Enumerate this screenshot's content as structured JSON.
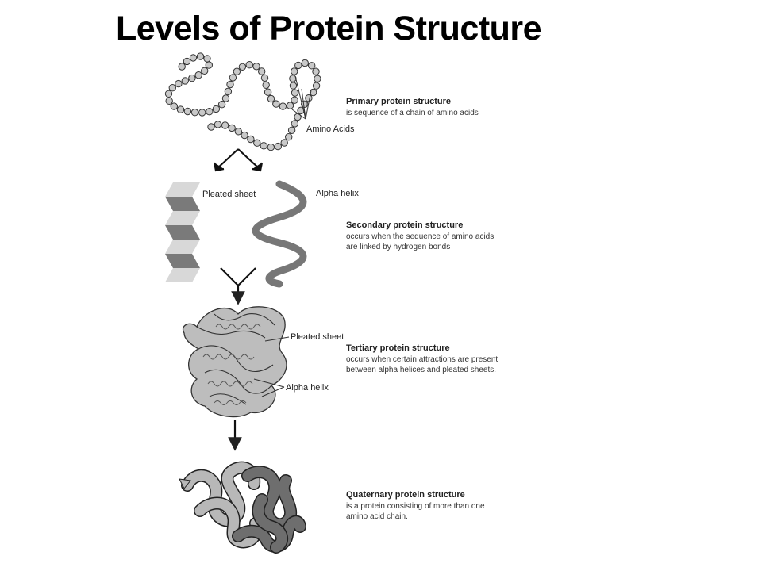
{
  "title": "Levels of Protein Structure",
  "primary": {
    "heading": "Primary protein structure",
    "description": [
      "is sequence of a chain of amino acids"
    ],
    "callout": "Amino Acids"
  },
  "secondary": {
    "heading": "Secondary protein structure",
    "description": [
      "occurs when the sequence of amino acids",
      "are linked by hydrogen bonds"
    ],
    "sheet_label": "Pleated sheet",
    "helix_label": "Alpha helix"
  },
  "tertiary": {
    "heading": "Tertiary protein structure",
    "description": [
      "occurs when certain attractions are present",
      "between alpha helices and pleated sheets."
    ],
    "sheet_label": "Pleated sheet",
    "helix_label": "Alpha helix"
  },
  "quaternary": {
    "heading": "Quaternary protein structure",
    "description": [
      "is a protein consisting of more than one",
      "amino acid chain."
    ]
  },
  "colors": {
    "bead_fill": "#c9c9c9",
    "bead_stroke": "#333333",
    "sheet_light": "#d8d8d8",
    "sheet_dark": "#7a7a7a",
    "helix": "#777777",
    "tertiary_fill": "#bdbdbd",
    "quat_light": "#b8b8b8",
    "quat_dark": "#6e6e6e"
  }
}
